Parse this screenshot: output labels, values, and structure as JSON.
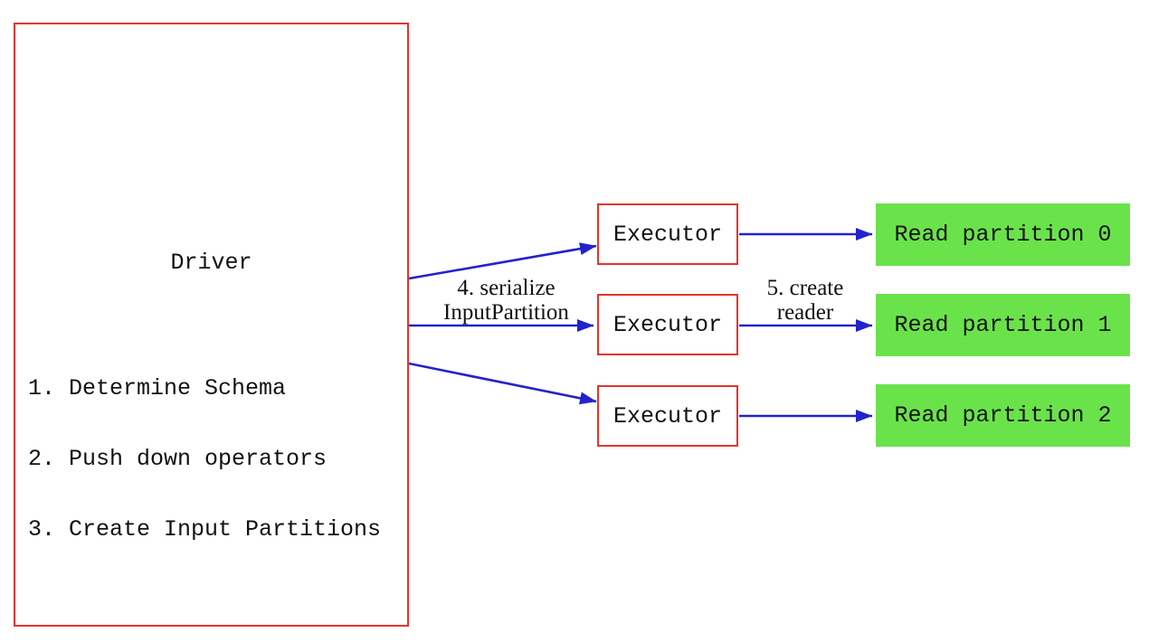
{
  "diagram": {
    "driver": {
      "title": "Driver",
      "steps": [
        "1. Determine Schema",
        "2. Push down operators",
        "3. Create Input Partitions"
      ]
    },
    "executors": [
      {
        "label": "Executor"
      },
      {
        "label": "Executor"
      },
      {
        "label": "Executor"
      }
    ],
    "partitions": [
      {
        "label": "Read partition 0"
      },
      {
        "label": "Read partition 1"
      },
      {
        "label": "Read partition 2"
      }
    ],
    "arrow_labels": {
      "serialize": {
        "line1": "4. serialize",
        "line2": "InputPartition"
      },
      "reader": {
        "line1": "5. create",
        "line2": "reader"
      }
    },
    "colors": {
      "box-border-red": "#e5332b",
      "arrow-blue": "#2323cb",
      "partition-green": "#6ae34b",
      "text-black": "#111111",
      "canvas-bg": "#ffffff"
    }
  }
}
